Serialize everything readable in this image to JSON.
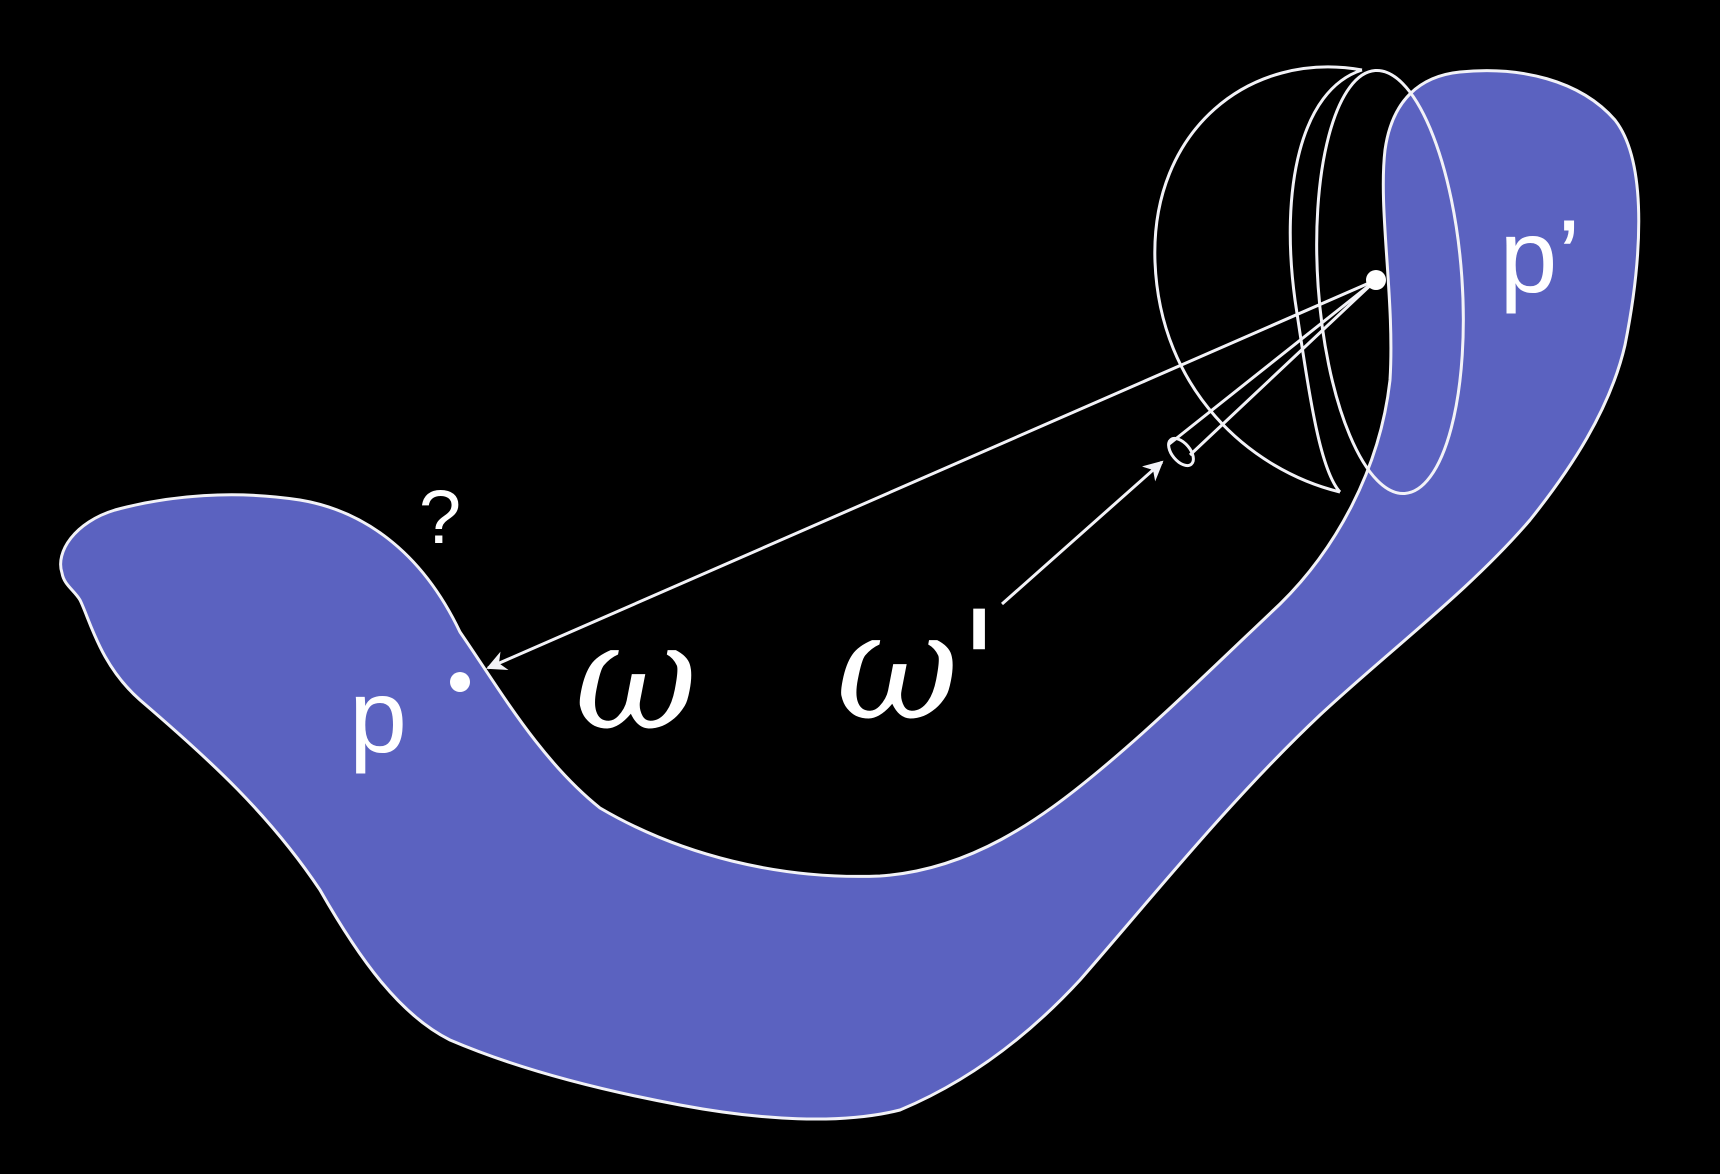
{
  "colors": {
    "background": "#000000",
    "surface_fill": "#5b62c0",
    "outline": "#f2f2f7",
    "text": "#ffffff"
  },
  "labels": {
    "point_p": "p",
    "point_p_prime": "p’",
    "question": "?",
    "omega": "ω",
    "omega_prime": "ω'"
  },
  "icons": {
    "hemisphere": "hemisphere-of-directions",
    "cone": "solid-angle-cone"
  }
}
